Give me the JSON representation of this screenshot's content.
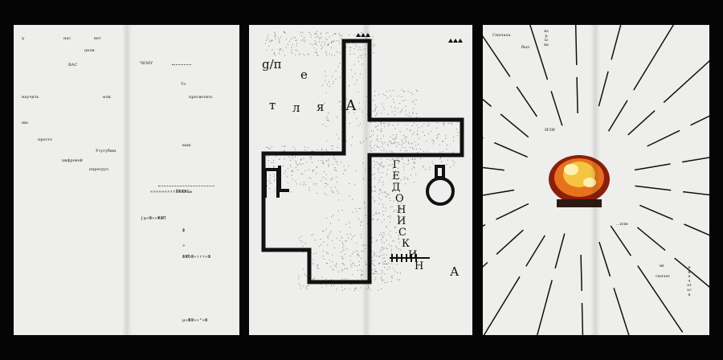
{
  "spread1": {
    "left_words": [
      "У",
      "нас",
      "вет",
      "цели",
      "ВАС",
      "научить",
      "или",
      "мы",
      "просто",
      "Усугубим",
      "цифровой",
      "перегруз"
    ],
    "right_words": [
      "ЧЕМУ",
      "То",
      "просветить",
      "ваш"
    ],
    "glyph_lines": [
      "«»»»»»»↑↑ЙЖЖЖ&ь",
      "јџ«Ф»»ЖФП",
      "ф",
      "»",
      "ФЖЋФ»↑↑↑«Ф",
      "µ«ЖФ»«°«Ф"
    ]
  },
  "spread2": {
    "title": "g/п",
    "loop_letters": [
      "е",
      "т",
      "л",
      "я"
    ],
    "big_a": "А",
    "vertical_word": [
      "Г",
      "Е",
      "Д",
      "О",
      "Н",
      "И",
      "С",
      "К",
      "И",
      "Н"
    ],
    "last_a": "А",
    "bars_icon": "bars-icon"
  },
  "spread3": {
    "words_left": [
      "Сначала",
      "был"
    ],
    "vertical_right": "взрыва",
    "word_ili": "ИЛИ",
    "word_ili2": "...или",
    "word_mi": "мі",
    "word_bottom": "сначат",
    "vertical_bottom": "иначаться",
    "colors": {
      "fire_core": "#f5c542",
      "fire_mid": "#e8721c",
      "fire_dark": "#8a1f0c"
    }
  }
}
